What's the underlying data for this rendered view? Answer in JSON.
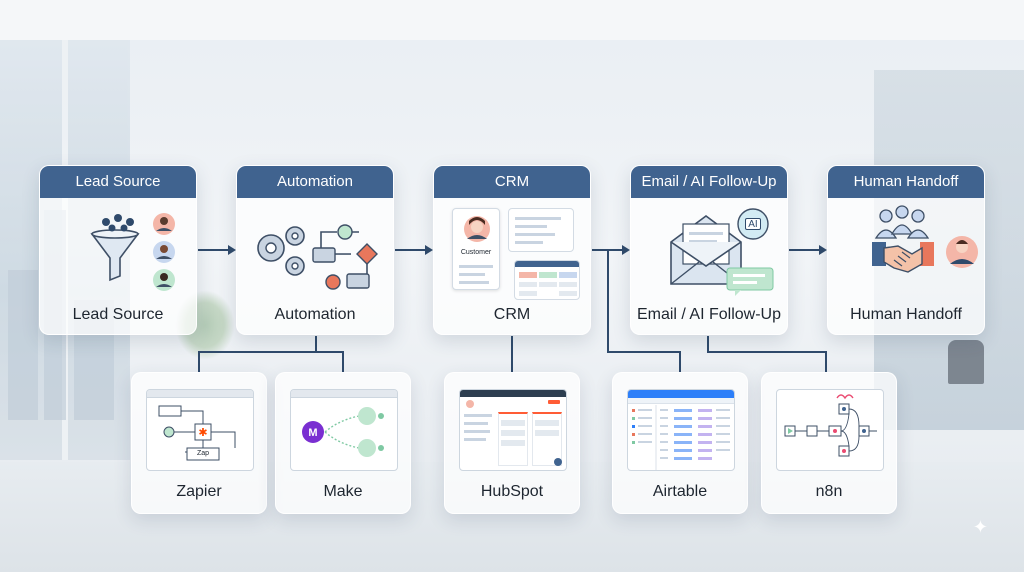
{
  "colors": {
    "header": "#40638f",
    "connector": "#2f4a6b",
    "accent_orange": "#e8775c",
    "accent_green": "#7fc9a3",
    "make_purple": "#7a2fd1",
    "hubspot_orange": "#ff5c35",
    "airtable_blue": "#2d7ff9",
    "n8n_red": "#ea4b71"
  },
  "stages": [
    {
      "header": "Lead Source",
      "label": "Lead Source",
      "icon": "funnel-icon"
    },
    {
      "header": "Automation",
      "label": "Automation",
      "icon": "gears-flowchart-icon"
    },
    {
      "header": "CRM",
      "label": "CRM",
      "icon": "customer-record-icon",
      "card_text": "Customer"
    },
    {
      "header": "Email / AI Follow-Up",
      "label": "Email / AI Follow-Up",
      "icon": "email-ai-icon",
      "badge": "AI"
    },
    {
      "header": "Human Handoff",
      "label": "Human Handoff",
      "icon": "handshake-icon"
    }
  ],
  "tools": [
    {
      "label": "Zapier",
      "icon": "zapier-screenshot",
      "step_text": "Zap"
    },
    {
      "label": "Make",
      "icon": "make-screenshot"
    },
    {
      "label": "HubSpot",
      "icon": "hubspot-screenshot"
    },
    {
      "label": "Airtable",
      "icon": "airtable-screenshot"
    },
    {
      "label": "n8n",
      "icon": "n8n-screenshot"
    }
  ]
}
